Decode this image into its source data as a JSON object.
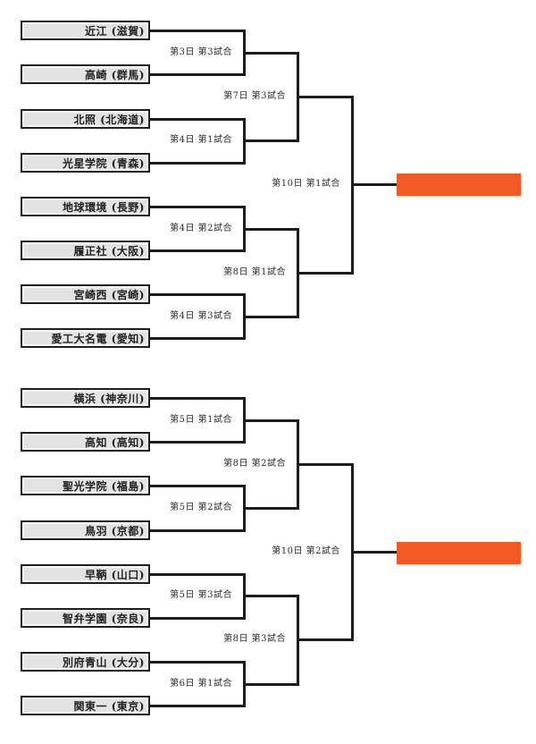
{
  "colors": {
    "background": "#ffffff",
    "line": "#1c1c1c",
    "team_box_fill": "#e3e3e3",
    "team_box_border": "#1f1f1f",
    "winner_slot_fill": "#f15a24",
    "text": "#222222"
  },
  "top": {
    "teams": [
      "近江 (滋賀)",
      "高崎 (群馬)",
      "北照 (北海道)",
      "光星学院 (青森)",
      "地球環境 (長野)",
      "履正社 (大阪)",
      "宮崎西 (宮崎)",
      "愛工大名電 (愛知)"
    ],
    "matches": {
      "r1": [
        "第3日 第3試合",
        "第4日 第1試合",
        "第4日 第2試合",
        "第4日 第3試合"
      ],
      "qf": [
        "第7日 第3試合",
        "第8日 第1試合"
      ],
      "sf": "第10日 第1試合"
    }
  },
  "bottom": {
    "teams": [
      "横浜 (神奈川)",
      "高知 (高知)",
      "聖光学院 (福島)",
      "鳥羽 (京都)",
      "早鞆 (山口)",
      "智弁学園 (奈良)",
      "別府青山 (大分)",
      "関東一 (東京)"
    ],
    "matches": {
      "r1": [
        "第5日 第1試合",
        "第5日 第2試合",
        "第5日 第3試合",
        "第6日 第1試合"
      ],
      "qf": [
        "第8日 第2試合",
        "第8日 第3試合"
      ],
      "sf": "第10日 第2試合"
    }
  }
}
